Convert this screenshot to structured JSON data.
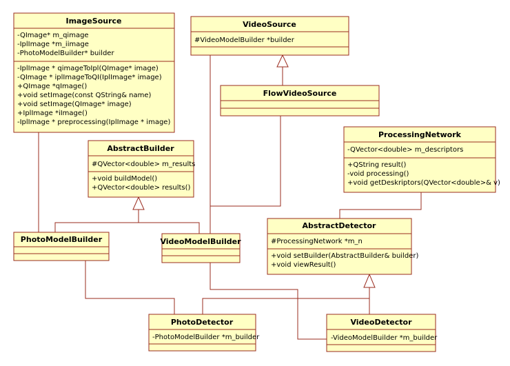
{
  "classes": {
    "image_source": {
      "name": "ImageSource",
      "attributes": [
        "-QImage* m_qimage",
        "-IplImage *m_iimage",
        "-PhotoModelBuilder* builder"
      ],
      "methods": [
        "-IplImage * qimageToIpl(QImage* image)",
        "-QImage * iplImageToQI(IplImage* image)",
        "+QImage *qImage()",
        "+void setImage(const QString& name)",
        "+void setImage(QImage* image)",
        "+IplImage *iImage()",
        "-IplImage * preprocessing(IplImage * image)"
      ]
    },
    "video_source": {
      "name": "VideoSource",
      "attributes": [
        "#VideoModelBuilder *builder"
      ],
      "methods": []
    },
    "flow_video_source": {
      "name": "FlowVideoSource",
      "attributes": [],
      "methods": []
    },
    "abstract_builder": {
      "name": "AbstractBuilder",
      "attributes": [
        "#QVector<double> m_results"
      ],
      "methods": [
        "+void buildModel()",
        "+QVector<double> results()"
      ]
    },
    "processing_network": {
      "name": "ProcessingNetwork",
      "attributes": [
        "-QVector<double> m_descriptors"
      ],
      "methods": [
        "+QString result()",
        "-void processing()",
        "+void getDeskriptors(QVector<double>& v)"
      ]
    },
    "photo_model_builder": {
      "name": "PhotoModelBuilder",
      "attributes": [],
      "methods": []
    },
    "video_model_builder": {
      "name": "VideoModelBuilder",
      "attributes": [],
      "methods": []
    },
    "abstract_detector": {
      "name": "AbstractDetector",
      "attributes": [
        "#ProcessingNetwork *m_n"
      ],
      "methods": [
        "+void setBuilder(AbstractBuilder& builder)",
        "+void viewResult()"
      ]
    },
    "photo_detector": {
      "name": "PhotoDetector",
      "attributes": [
        "-PhotoModelBuilder *m_builder"
      ],
      "methods": []
    },
    "video_detector": {
      "name": "VideoDetector",
      "attributes": [
        "-VideoModelBuilder *m_builder"
      ],
      "methods": []
    }
  },
  "colors": {
    "box_fill": "#ffffc4",
    "line": "#9a2b1e"
  }
}
